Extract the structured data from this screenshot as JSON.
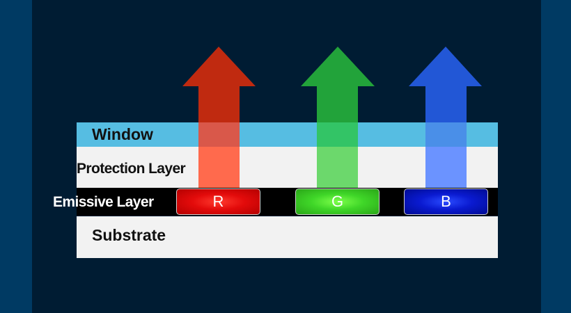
{
  "layers": {
    "window": "Window",
    "protection": "Protection Layer",
    "emissive": "Emissive Layer",
    "substrate": "Substrate"
  },
  "pixels": {
    "red": "R",
    "green": "G",
    "blue": "B"
  },
  "colors": {
    "red_arrow": "#c02a10",
    "green_arrow": "#22a33a",
    "blue_arrow": "#2257d6",
    "window": "#56bde2",
    "layer": "#f2f2f2",
    "background": "#001c33"
  }
}
